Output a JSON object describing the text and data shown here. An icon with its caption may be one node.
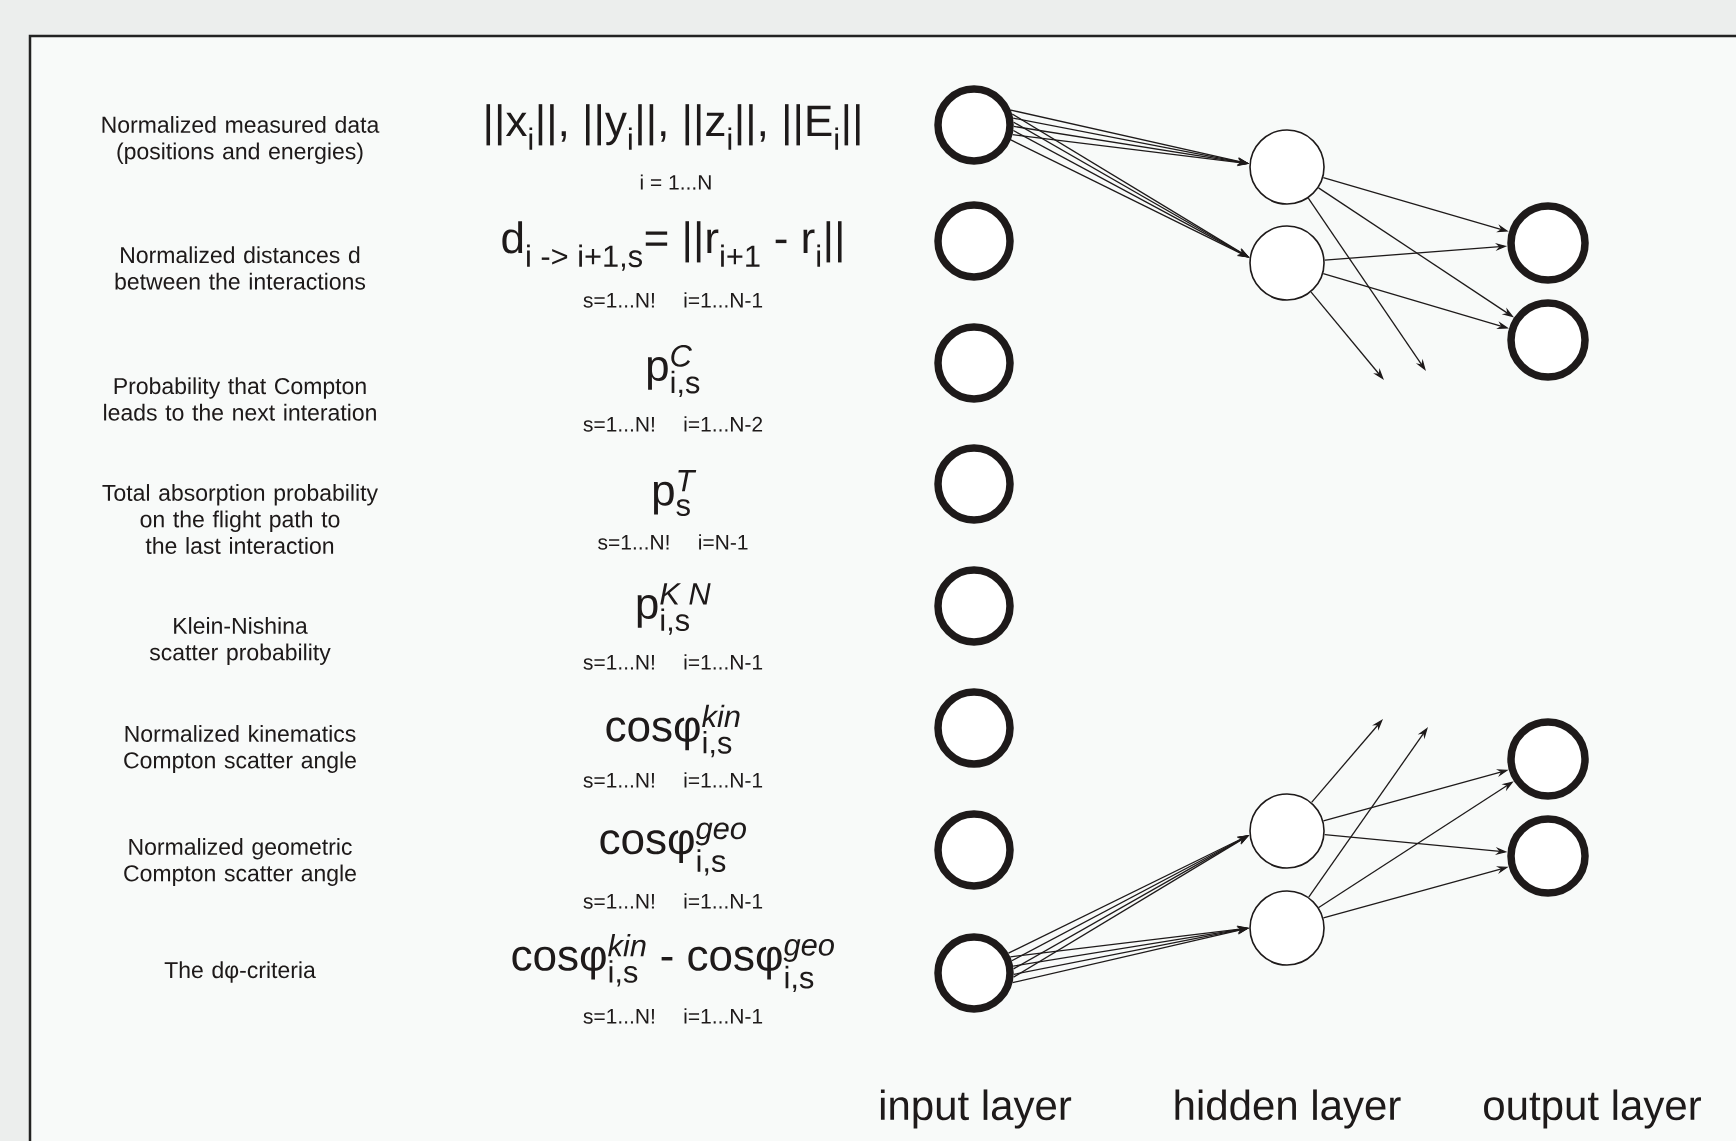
{
  "diagram": {
    "nodes": [
      {
        "text": [],
        "shape": "circle"
      },
      {
        "text": [],
        "shape": "circle"
      },
      {
        "text": [],
        "shape": "circle"
      },
      {
        "text": [],
        "shape": "circle"
      },
      {
        "text": [],
        "shape": "circle"
      },
      {
        "text": [],
        "shape": "circle"
      },
      {
        "text": [],
        "shape": "circle"
      },
      {
        "text": [],
        "shape": "circle"
      },
      {
        "text": [],
        "shape": "circle"
      },
      {
        "text": [],
        "shape": "circle"
      },
      {
        "text": [],
        "shape": "circle"
      },
      {
        "text": [],
        "shape": "circle"
      },
      {
        "text": [],
        "shape": "circle"
      },
      {
        "text": [],
        "shape": "circle"
      },
      {
        "text": [],
        "shape": "circle"
      },
      {
        "text": [],
        "shape": "circle"
      }
    ],
    "edges": [
      {
        "from": 0,
        "to": 8,
        "arrow": "to"
      },
      {
        "from": 0,
        "to": 8,
        "arrow": "to"
      },
      {
        "from": 0,
        "to": 8,
        "arrow": "to"
      },
      {
        "from": 0,
        "to": 8,
        "arrow": "to"
      },
      {
        "from": 0,
        "to": 9,
        "arrow": "to"
      },
      {
        "from": 0,
        "to": 9,
        "arrow": "to"
      },
      {
        "from": 0,
        "to": 9,
        "arrow": "to"
      },
      {
        "from": 0,
        "to": 9,
        "arrow": "to"
      },
      {
        "from": 8,
        "to": 12,
        "arrow": "to"
      },
      {
        "from": 8,
        "to": 13,
        "arrow": "to"
      },
      {
        "from": 8,
        "to": null,
        "arrow": "to"
      },
      {
        "from": 9,
        "to": 12,
        "arrow": "to"
      },
      {
        "from": 9,
        "to": 13,
        "arrow": "to"
      },
      {
        "from": 9,
        "to": null,
        "arrow": "to"
      },
      {
        "from": 7,
        "to": 10,
        "arrow": "to"
      },
      {
        "from": 7,
        "to": 10,
        "arrow": "to"
      },
      {
        "from": 7,
        "to": 10,
        "arrow": "to"
      },
      {
        "from": 7,
        "to": 10,
        "arrow": "to"
      },
      {
        "from": 7,
        "to": 11,
        "arrow": "to"
      },
      {
        "from": 7,
        "to": 11,
        "arrow": "to"
      },
      {
        "from": 7,
        "to": 11,
        "arrow": "to"
      },
      {
        "from": 7,
        "to": 11,
        "arrow": "to"
      },
      {
        "from": 10,
        "to": 14,
        "arrow": "to"
      },
      {
        "from": 10,
        "to": 15,
        "arrow": "to"
      },
      {
        "from": 10,
        "to": null,
        "arrow": "to"
      },
      {
        "from": 11,
        "to": 14,
        "arrow": "to"
      },
      {
        "from": 11,
        "to": 15,
        "arrow": "to"
      },
      {
        "from": 11,
        "to": null,
        "arrow": "to"
      }
    ],
    "labels": [
      "Normalized measured data (positions and energies)",
      "\\text{||x}_{\\text{i}}\\text{||, ||y}_{\\text{i}}\\text{||, ||z}_{\\text{i}}\\text{||, ||E}_{\\text{i}}\\text{||}",
      "i = 1...N",
      "Normalized distances d between the interactions",
      "\\text{d}_{\\text{i -> i+1,s}}\\text{= ||r}_{\\text{i+1}}\\text{ - r}_{\\text{i}}\\text{||}",
      "s=1...N!    i=1...N-1",
      "Probability that Compton leads to the next interation",
      "\\text{p}^{\\textit{C}}_{\\text{i,s}}",
      "s=1...N!    i=1...N-2",
      "Total absorption probability on the flight path to the last interaction",
      "\\text{p}^{\\textit{T}}_{\\text{s}}",
      "s=1...N!    i=N-1",
      "Klein-Nishina scatter probability",
      "\\text{p}^{\\textit{K N}}_{\\text{i,s}}",
      "s=1...N!    i=1...N-1",
      "Normalized kinematics Compton scatter angle",
      "\\text{cosφ}^{\\textit{kin}}_{\\text{i,s}}",
      "s=1...N!    i=1...N-1",
      "Normalized geometric Compton scatter angle",
      "\\text{cosφ}^{\\textit{geo}}_{\\text{i,s}}",
      "s=1...N!    i=1...N-1",
      "The dφ-criteria",
      "\\text{cosφ}^{\\textit{kin}}_{\\text{i,s}}\\text{ - cosφ}^{\\textit{geo}}_{\\text{i,s}}",
      "s=1...N!    i=1...N-1",
      "input layer",
      "hidden layer",
      "output layer"
    ]
  }
}
